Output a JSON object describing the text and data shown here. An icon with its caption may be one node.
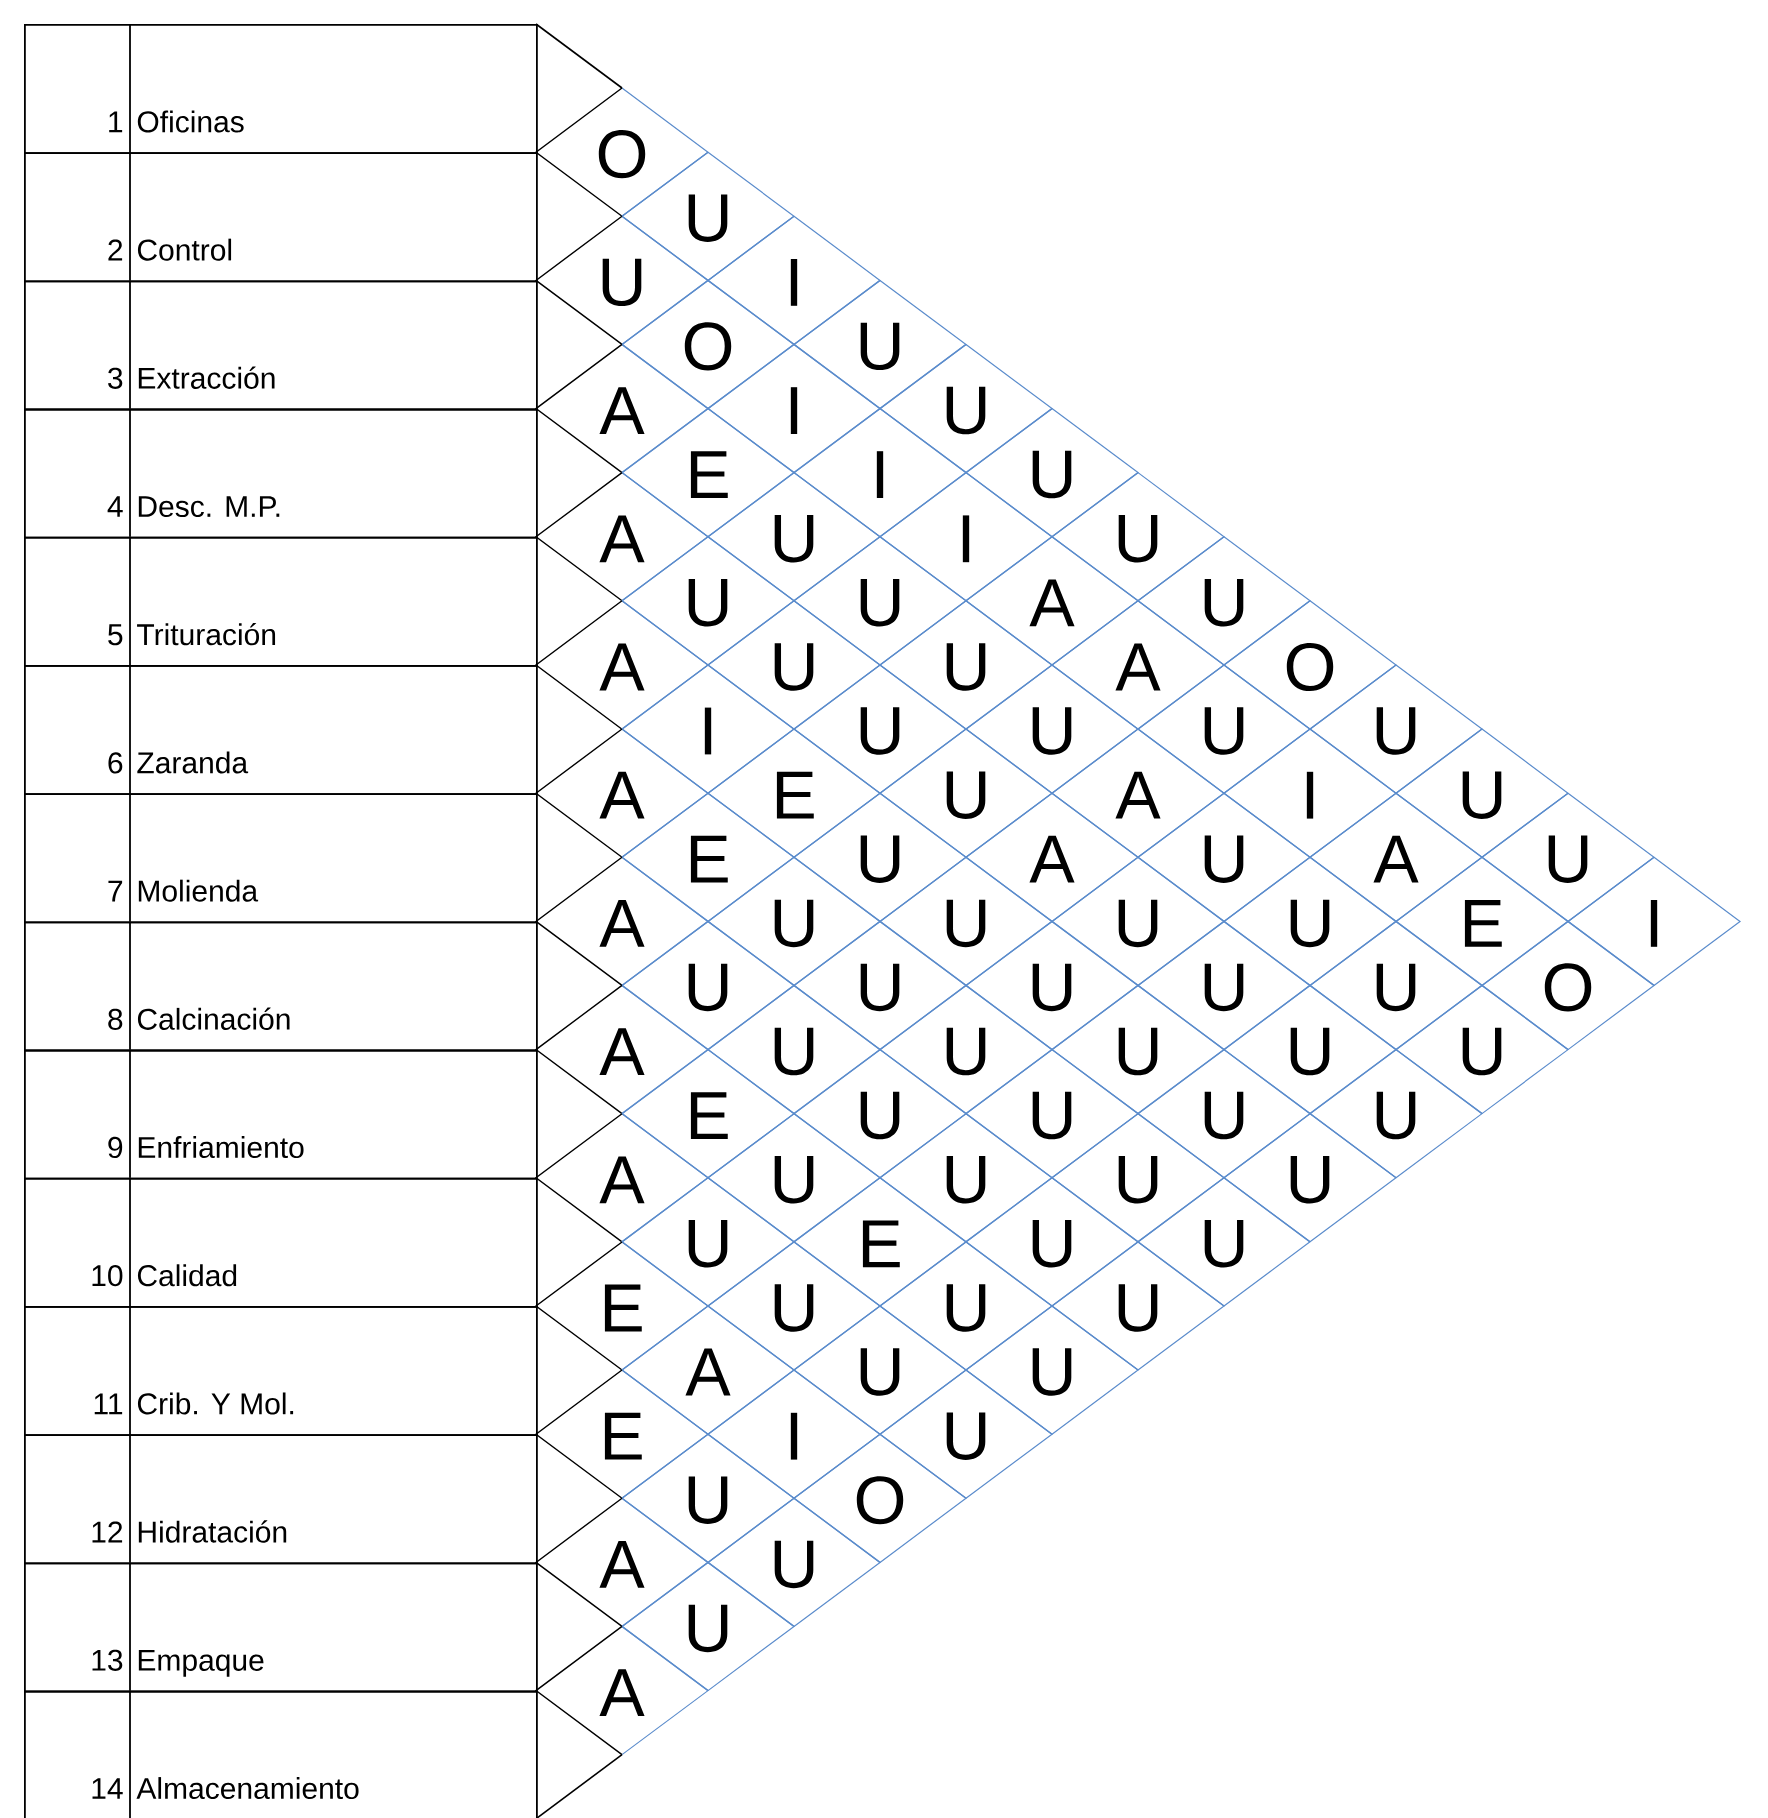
{
  "diagram": {
    "nodes": [
      {
        "text": [
          "1",
          "Oficinas"
        ]
      },
      {
        "text": [
          "2",
          "Control"
        ]
      },
      {
        "text": [
          "3",
          "Extracción"
        ]
      },
      {
        "text": [
          "4",
          "Desc. M.P."
        ]
      },
      {
        "text": [
          "5",
          "Trituración"
        ]
      },
      {
        "text": [
          "6",
          "Zaranda"
        ]
      },
      {
        "text": [
          "7",
          "Molienda"
        ]
      },
      {
        "text": [
          "8",
          "Calcinación"
        ]
      },
      {
        "text": [
          "9",
          "Enfriamiento"
        ]
      },
      {
        "text": [
          "10",
          "Calidad"
        ]
      },
      {
        "text": [
          "11",
          "Crib. Y Mol."
        ]
      },
      {
        "text": [
          "12",
          "Hidratación"
        ]
      },
      {
        "text": [
          "13",
          "Empaque"
        ]
      },
      {
        "text": [
          "14",
          "Almacenamiento"
        ]
      },
      {
        "text": [
          "O"
        ]
      },
      {
        "text": [
          "U"
        ]
      },
      {
        "text": [
          "I"
        ]
      },
      {
        "text": [
          "U"
        ]
      },
      {
        "text": [
          "U"
        ]
      },
      {
        "text": [
          "U"
        ]
      },
      {
        "text": [
          "U"
        ]
      },
      {
        "text": [
          "U"
        ]
      },
      {
        "text": [
          "O"
        ]
      },
      {
        "text": [
          "U"
        ]
      },
      {
        "text": [
          "U"
        ]
      },
      {
        "text": [
          "U"
        ]
      },
      {
        "text": [
          "I"
        ]
      },
      {
        "text": [
          "U"
        ]
      },
      {
        "text": [
          "O"
        ]
      },
      {
        "text": [
          "I"
        ]
      },
      {
        "text": [
          "I"
        ]
      },
      {
        "text": [
          "I"
        ]
      },
      {
        "text": [
          "A"
        ]
      },
      {
        "text": [
          "A"
        ]
      },
      {
        "text": [
          "U"
        ]
      },
      {
        "text": [
          "I"
        ]
      },
      {
        "text": [
          "A"
        ]
      },
      {
        "text": [
          "E"
        ]
      },
      {
        "text": [
          "O"
        ]
      },
      {
        "text": [
          "A"
        ]
      },
      {
        "text": [
          "E"
        ]
      },
      {
        "text": [
          "U"
        ]
      },
      {
        "text": [
          "U"
        ]
      },
      {
        "text": [
          "U"
        ]
      },
      {
        "text": [
          "U"
        ]
      },
      {
        "text": [
          "A"
        ]
      },
      {
        "text": [
          "U"
        ]
      },
      {
        "text": [
          "U"
        ]
      },
      {
        "text": [
          "U"
        ]
      },
      {
        "text": [
          "U"
        ]
      },
      {
        "text": [
          "A"
        ]
      },
      {
        "text": [
          "U"
        ]
      },
      {
        "text": [
          "U"
        ]
      },
      {
        "text": [
          "U"
        ]
      },
      {
        "text": [
          "U"
        ]
      },
      {
        "text": [
          "A"
        ]
      },
      {
        "text": [
          "U"
        ]
      },
      {
        "text": [
          "U"
        ]
      },
      {
        "text": [
          "U"
        ]
      },
      {
        "text": [
          "U"
        ]
      },
      {
        "text": [
          "A"
        ]
      },
      {
        "text": [
          "I"
        ]
      },
      {
        "text": [
          "E"
        ]
      },
      {
        "text": [
          "U"
        ]
      },
      {
        "text": [
          "U"
        ]
      },
      {
        "text": [
          "U"
        ]
      },
      {
        "text": [
          "U"
        ]
      },
      {
        "text": [
          "U"
        ]
      },
      {
        "text": [
          "U"
        ]
      },
      {
        "text": [
          "A"
        ]
      },
      {
        "text": [
          "E"
        ]
      },
      {
        "text": [
          "U"
        ]
      },
      {
        "text": [
          "U"
        ]
      },
      {
        "text": [
          "U"
        ]
      },
      {
        "text": [
          "U"
        ]
      },
      {
        "text": [
          "U"
        ]
      },
      {
        "text": [
          "U"
        ]
      },
      {
        "text": [
          "A"
        ]
      },
      {
        "text": [
          "U"
        ]
      },
      {
        "text": [
          "U"
        ]
      },
      {
        "text": [
          "U"
        ]
      },
      {
        "text": [
          "U"
        ]
      },
      {
        "text": [
          "U"
        ]
      },
      {
        "text": [
          "U"
        ]
      },
      {
        "text": [
          "A"
        ]
      },
      {
        "text": [
          "E"
        ]
      },
      {
        "text": [
          "U"
        ]
      },
      {
        "text": [
          "E"
        ]
      },
      {
        "text": [
          "U"
        ]
      },
      {
        "text": [
          "U"
        ]
      },
      {
        "text": [
          "A"
        ]
      },
      {
        "text": [
          "U"
        ]
      },
      {
        "text": [
          "U"
        ]
      },
      {
        "text": [
          "U"
        ]
      },
      {
        "text": [
          "U"
        ]
      },
      {
        "text": [
          "E"
        ]
      },
      {
        "text": [
          "A"
        ]
      },
      {
        "text": [
          "I"
        ]
      },
      {
        "text": [
          "O"
        ]
      },
      {
        "text": [
          "E"
        ]
      },
      {
        "text": [
          "U"
        ]
      },
      {
        "text": [
          "U"
        ]
      },
      {
        "text": [
          "A"
        ]
      },
      {
        "text": [
          "U"
        ]
      },
      {
        "text": [
          "A"
        ]
      }
    ]
  }
}
